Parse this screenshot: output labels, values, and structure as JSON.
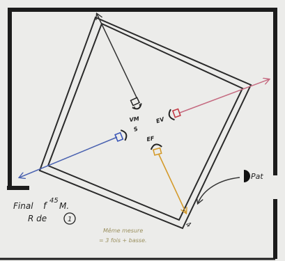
{
  "labels": {
    "vm": "VM",
    "ev": "EV",
    "ef": "EF",
    "s": "S",
    "pat": "Pat",
    "final": "Final",
    "f": "f",
    "tempo_number": "45",
    "tempo_unit": "M.",
    "line2_prefix": "R de",
    "circled": "1",
    "note_line1": "Même mesure",
    "note_line2": "= 3 fois + basse.",
    "corner_mark": "4"
  },
  "colors": {
    "room_wall": "#1c1c1c",
    "inner_frame": "#2a2a2a",
    "arrow_vm": "#333333",
    "arrow_ev": "#c56a80",
    "arrow_s": "#4a62b0",
    "arrow_ef": "#d49a2a",
    "background": "#ececea"
  }
}
